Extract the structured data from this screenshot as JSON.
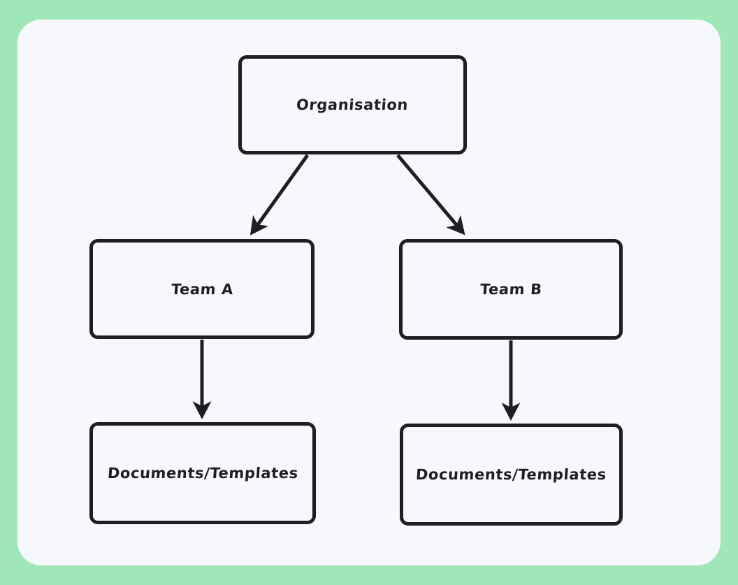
{
  "canvas": {
    "background_color": "#9FE7B8",
    "card_color": "#F7F8FB",
    "stroke_color": "#1D1F21"
  },
  "diagram": {
    "type": "hierarchy-tree",
    "nodes": [
      {
        "id": "organisation",
        "label": "Organisation",
        "level": 0
      },
      {
        "id": "team-a",
        "label": "Team A",
        "level": 1
      },
      {
        "id": "team-b",
        "label": "Team B",
        "level": 1
      },
      {
        "id": "docs-a",
        "label": "Documents/Templates",
        "level": 2
      },
      {
        "id": "docs-b",
        "label": "Documents/Templates",
        "level": 2
      }
    ],
    "edges": [
      {
        "from": "organisation",
        "to": "team-a",
        "style": "diagonal-arrow"
      },
      {
        "from": "organisation",
        "to": "team-b",
        "style": "diagonal-arrow"
      },
      {
        "from": "team-a",
        "to": "docs-a",
        "style": "vertical-arrow"
      },
      {
        "from": "team-b",
        "to": "docs-b",
        "style": "vertical-arrow"
      }
    ]
  }
}
